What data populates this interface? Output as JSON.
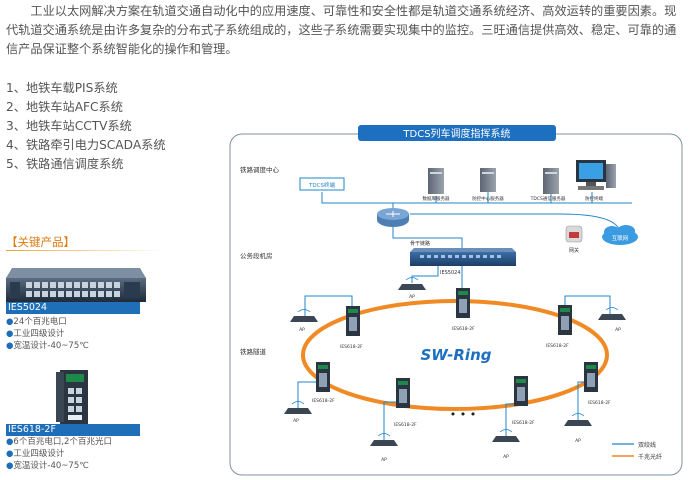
{
  "intro": {
    "p1": "工业以太网解决方案在轨道交通自动化中的应用速度、可靠性和安全性都是轨道交通系统经济、高效运转的重要因素。现代轨道交通系统是由许多复杂的分布式子系统组成的，这些子系统需要实现集中的监控。三旺通信提供高效、稳定、可靠的通信产品保证整个系统智能化的操作和管理。"
  },
  "systems": [
    "1、地铁车载PIS系统",
    "2、地铁车站AFC系统",
    "3、地铁车站CCTV系统",
    "4、铁路牵引电力SCADA系统",
    "5、铁路通信调度系统"
  ],
  "key_products": {
    "title": "【关键产品】",
    "products": [
      {
        "name": "IES5024",
        "features": [
          "24个百兆电口",
          "工业四级设计",
          "宽温设计-40~75℃"
        ]
      },
      {
        "name": "IES618-2F",
        "features": [
          "6个百兆电口,2个百兆光口",
          "工业四级设计",
          "宽温设计-40~75℃"
        ]
      }
    ]
  },
  "diagram": {
    "title": "TDCS列车调度指挥系统",
    "zones": {
      "center": "铁路调度中心",
      "room": "公务段机房",
      "tunnel": "铁路隧道"
    },
    "tdcs_box": "TDCS终端",
    "servers": [
      "数据库服务器",
      "防控中心服务器",
      "TDCS通信服务器",
      "防控终端"
    ],
    "switch_label": "骨干链路",
    "firewall": "网关",
    "internet": "互联网",
    "core_switch": "IES5024",
    "ring_label": "SW-Ring",
    "ies618": "IES618-2F",
    "ap": "AP",
    "dots": "• • •",
    "legend": {
      "twisted": "双绞线",
      "fiber": "千兆光纤"
    },
    "colors": {
      "ring": "#f08a24",
      "line": "#1f86c9",
      "header": "#1d6fc0",
      "fiber": "#f08a24"
    }
  }
}
